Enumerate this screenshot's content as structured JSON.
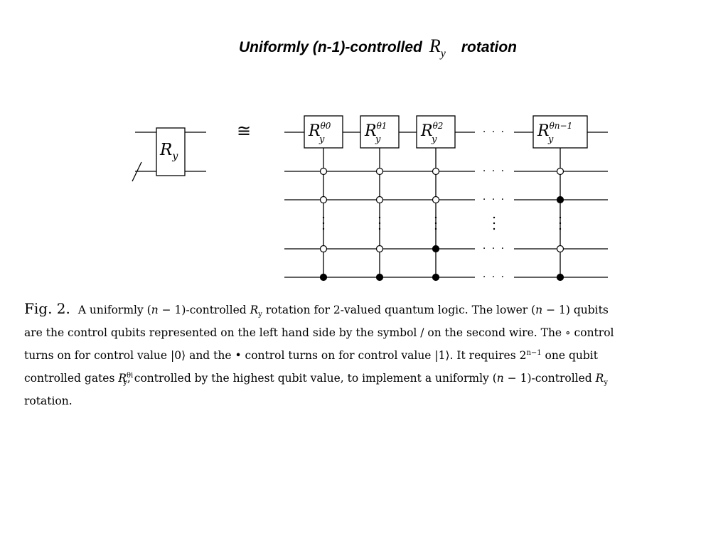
{
  "title": {
    "before": "Uniformly (n-1)-controlled",
    "symbol": "R",
    "symbol_sub": "y",
    "after": "rotation"
  },
  "diagram": {
    "left_gate": {
      "symbol": "R",
      "sub": "y"
    },
    "equivalence_symbol": "≅",
    "gates": [
      {
        "symbol": "R",
        "sub": "y",
        "sup": "θ0"
      },
      {
        "symbol": "R",
        "sub": "y",
        "sup": "θ1"
      },
      {
        "symbol": "R",
        "sub": "y",
        "sup": "θ2"
      },
      {
        "symbol": "R",
        "sub": "y",
        "sup": "θn−1"
      }
    ],
    "ellipsis": "· · ·",
    "control_columns": [
      [
        "open",
        "open",
        "open",
        "open"
      ],
      [
        "open",
        "open",
        "open",
        "filled"
      ],
      [
        "open",
        "open",
        "filled",
        "open"
      ],
      [
        "filled",
        "filled",
        "filled",
        "filled"
      ]
    ]
  },
  "caption": {
    "fig_label": "Fig. 2.",
    "l1_a": "A uniformly (",
    "l1_var": "n",
    "l1_b": " − 1)-controlled ",
    "l1_R": "R",
    "l1_Rsub": "y",
    "l1_c": " rotation for 2-valued quantum logic. The lower (",
    "l1_var2": "n",
    "l1_d": " − 1) qubits",
    "line2": "are the control qubits represented on the left hand side by the symbol / on the second wire. The ∘ control",
    "l3_a": "turns on for control value |0⟩ and the • control turns on for control value |1⟩. It requires 2",
    "l3_sup": "n−1",
    "l3_b": " one qubit",
    "l4_a": "controlled gates ",
    "l4_R": "R",
    "l4_sup": "θi",
    "l4_sub": "y",
    "l4_b": ", controlled by the highest qubit value, to implement a uniformly (",
    "l4_var": "n",
    "l4_c": " − 1)-controlled ",
    "l4_R2": "R",
    "l4_R2sub": "y",
    "line5": "rotation."
  }
}
